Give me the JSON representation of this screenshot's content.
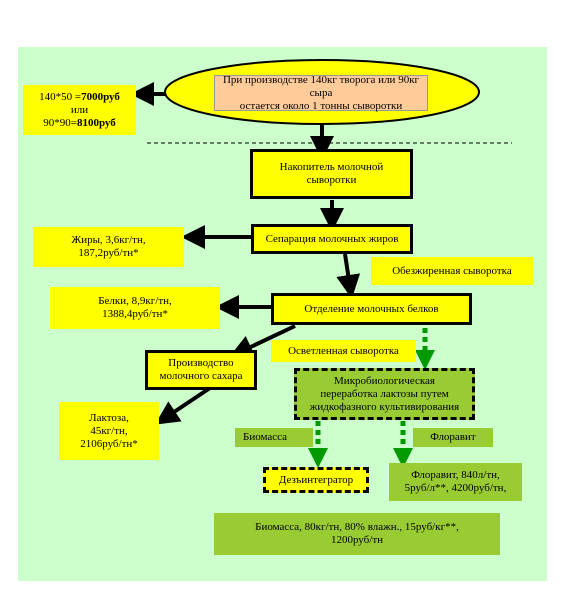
{
  "source": {
    "text_line1": "При производстве 140кг творога или 90кг сыра",
    "text_line2": "остается около 1 тонны сыворотки"
  },
  "cost": {
    "line1_prefix": "140*50 =",
    "line1_bold": "7000руб",
    "line2": "или",
    "line3_prefix": "90*90=",
    "line3_bold": "8100руб"
  },
  "storage": {
    "line1": "Накопитель молочной",
    "line2": "сыворотки"
  },
  "fats": {
    "line1": "Жиры, 3,6кг/тн,",
    "line2": "187,2руб/тн*"
  },
  "separation": {
    "label": "Сепарация молочных жиров"
  },
  "skim": {
    "label": "Обезжиренная сыворотка"
  },
  "proteins": {
    "line1": "Белки, 8,9кг/тн,",
    "line2": "1388,4руб/тн*"
  },
  "protein_sep": {
    "label": "Отделение молочных белков"
  },
  "clarified": {
    "label": "Осветленная сыворотка"
  },
  "sugar": {
    "line1": "Производство",
    "line2": "молочного сахара"
  },
  "micro": {
    "line1": "Микробиологическая",
    "line2": "переработка лактозы путем",
    "line3": "жидкофазного культивирования"
  },
  "lactose": {
    "line1": "Лактоза,",
    "line2": "45кг/тн,",
    "line3": "2106руб/тн*"
  },
  "biomass_tag": {
    "label": "Биомасса"
  },
  "floravit_tag": {
    "label": "Флоравит"
  },
  "disintegrator": {
    "label": "Дезъинтегратор"
  },
  "floravit_out": {
    "line1": "Флоравит, 840л/тн,",
    "line2": "5руб/л**, 4200руб/тн,"
  },
  "biomass_out": {
    "line1": "Биомасса, 80кг/тн, 80% влажн., 15руб/кг**,",
    "line2": "1200руб/тн"
  },
  "colors": {
    "panel": "#ccffcc",
    "yellow": "#ffff00",
    "green": "#99cc33",
    "peach": "#ffcc99",
    "dashed_arrow": "#009900"
  }
}
